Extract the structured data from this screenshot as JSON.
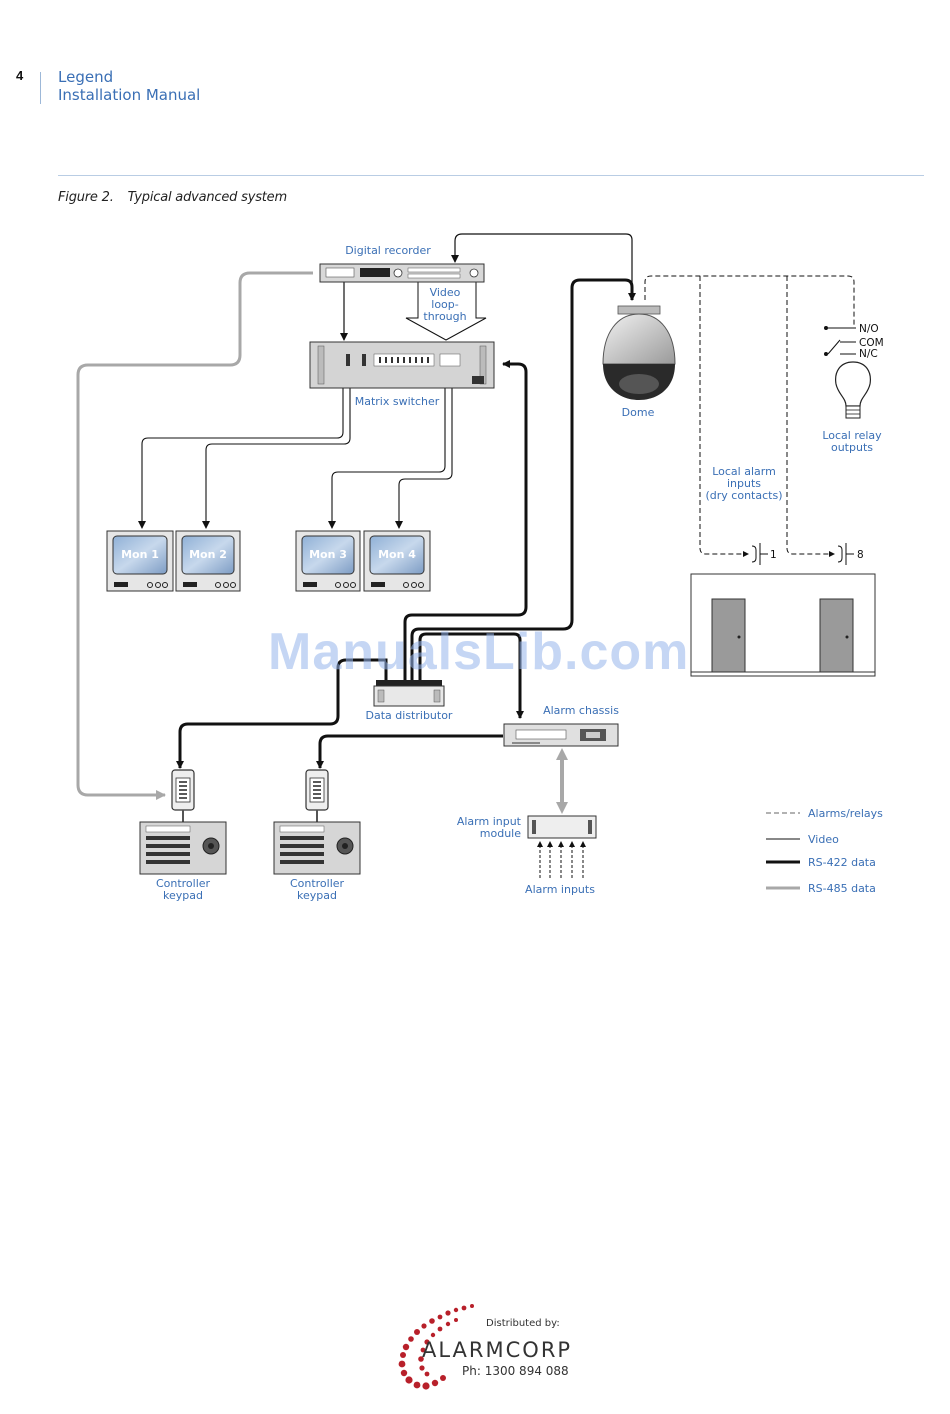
{
  "header": {
    "page_number": "4",
    "product": "Legend",
    "manual": "Installation Manual"
  },
  "figure": {
    "number": "Figure 2.",
    "title": "Typical advanced system"
  },
  "labels": {
    "digital_recorder": "Digital recorder",
    "video_loop_1": "Video",
    "video_loop_2": "loop-",
    "video_loop_3": "through",
    "matrix_switcher": "Matrix switcher",
    "dome": "Dome",
    "mon1": "Mon 1",
    "mon2": "Mon 2",
    "mon3": "Mon 3",
    "mon4": "Mon 4",
    "data_distributor": "Data distributor",
    "alarm_chassis": "Alarm chassis",
    "alarm_input_module_1": "Alarm input",
    "alarm_input_module_2": "module",
    "alarm_inputs": "Alarm inputs",
    "controller_keypad_1a": "Controller",
    "controller_keypad_1b": "keypad",
    "controller_keypad_2a": "Controller",
    "controller_keypad_2b": "keypad",
    "local_alarm_1": "Local alarm",
    "local_alarm_2": "inputs",
    "local_alarm_3": "(dry contacts)",
    "local_relay_1": "Local relay",
    "local_relay_2": "outputs",
    "no": "N/O",
    "com": "COM",
    "nc": "N/C",
    "contact_1": "1",
    "contact_8": "8"
  },
  "legend": {
    "alarms_relays": "Alarms/relays",
    "video": "Video",
    "rs422": "RS-422 data",
    "rs485": "RS-485 data"
  },
  "watermark": "ManualsLib.com",
  "footer": {
    "distributed_by": "Distributed by:",
    "brand": "ALARMCORP",
    "phone": "Ph: 1300 894 088"
  },
  "colors": {
    "accent": "#3a6fb5",
    "rs485": "#a8a8a8",
    "rule": "#b9cde4"
  }
}
